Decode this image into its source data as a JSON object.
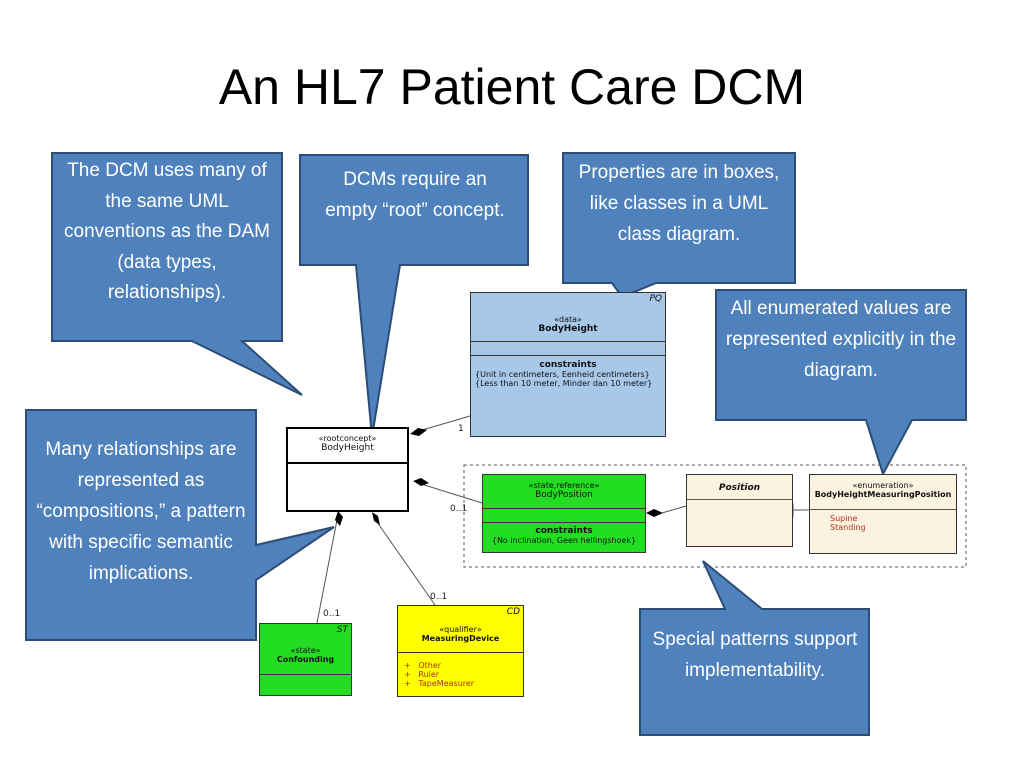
{
  "slide": {
    "title": "An HL7 Patient Care DCM"
  },
  "callouts": {
    "dcm_uses": "The DCM uses many of the same UML conventions as the DAM (data types, relationships).",
    "root": "DCMs require an empty “root” concept.",
    "properties": "Properties are in boxes, like classes in a UML class diagram.",
    "enumerated": "All enumerated values are represented explicitly in the diagram.",
    "relationships": "Many relationships are represented as “compositions,” a pattern with specific semantic implications.",
    "special": "Special patterns support implementability."
  },
  "uml": {
    "body_height": {
      "tag": "PQ",
      "stereotype": "«data»",
      "name": "BodyHeight",
      "section": "constraints",
      "constraints": [
        "{Unit in centimeters, Eenheid centimeters}",
        "{Less than 10 meter, Minder dan 10 meter}"
      ]
    },
    "root": {
      "stereotype": "«rootconcept»",
      "name": "BodyHeight"
    },
    "body_position": {
      "stereotype": "«state,reference»",
      "name": "BodyPosition",
      "section": "constraints",
      "constraints": [
        "{No inclination, Geen hellingshoek}"
      ]
    },
    "position": {
      "name": "Position"
    },
    "measuring_position": {
      "stereotype": "«enumeration»",
      "name": "BodyHeightMeasuringPosition",
      "values": [
        "Supine",
        "Standing"
      ]
    },
    "confounding": {
      "tag": "ST",
      "stereotype": "«state»",
      "name": "Confounding"
    },
    "measuring_device": {
      "tag": "CD",
      "stereotype": "«qualifier»",
      "name": "MeasuringDevice",
      "values": [
        "Other",
        "Ruler",
        "TapeMeasurer"
      ],
      "bullet": "+"
    }
  },
  "multiplicities": {
    "body_height": "1",
    "body_position": "0..1",
    "confounding": "0..1",
    "measuring_device": "0..1"
  },
  "colors": {
    "callout": "#4f81bd",
    "callout_border": "#2c4d75",
    "data_class": "#a8c8ea",
    "state_class": "#22dd22",
    "qualifier_class": "#ffff00",
    "neutral_class": "#fbf2e0"
  }
}
